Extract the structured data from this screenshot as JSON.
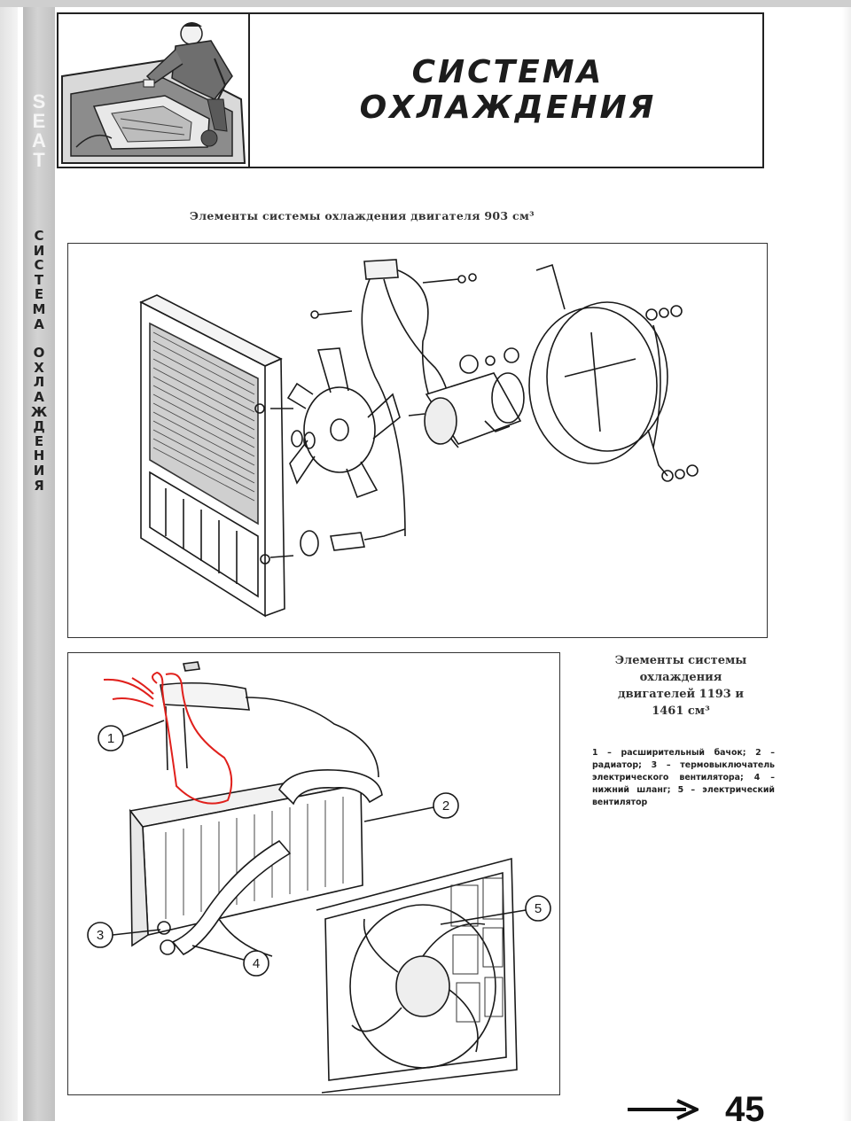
{
  "sidebar": {
    "brand_letters": [
      "S",
      "E",
      "A",
      "T"
    ],
    "vertical_title_word1": [
      "С",
      "И",
      "С",
      "Т",
      "Е",
      "М",
      "А"
    ],
    "vertical_title_word2": [
      "О",
      "Х",
      "Л",
      "А",
      "Ж",
      "Д",
      "Е",
      "Н",
      "И",
      "Я"
    ]
  },
  "header": {
    "title_line1": "СИСТЕМА",
    "title_line2": "ОХЛАЖДЕНИЯ"
  },
  "figure1": {
    "caption": "Элементы системы охлаждения двигателя 903 см³"
  },
  "figure2": {
    "caption_line1": "Элементы системы",
    "caption_line2": "охлаждения",
    "caption_line3": "двигателей 1193 и",
    "caption_line4": "1461 см³",
    "legend": "1 – расширительный бачок; 2 – радиатор; 3 – термо­выключатель электрическо­го вентилятора; 4 – нижний шланг; 5 – электрический вентилятор",
    "callouts": [
      "1",
      "2",
      "3",
      "4",
      "5"
    ],
    "annotation_color": "#e0201c"
  },
  "footer": {
    "page_number": "45"
  }
}
